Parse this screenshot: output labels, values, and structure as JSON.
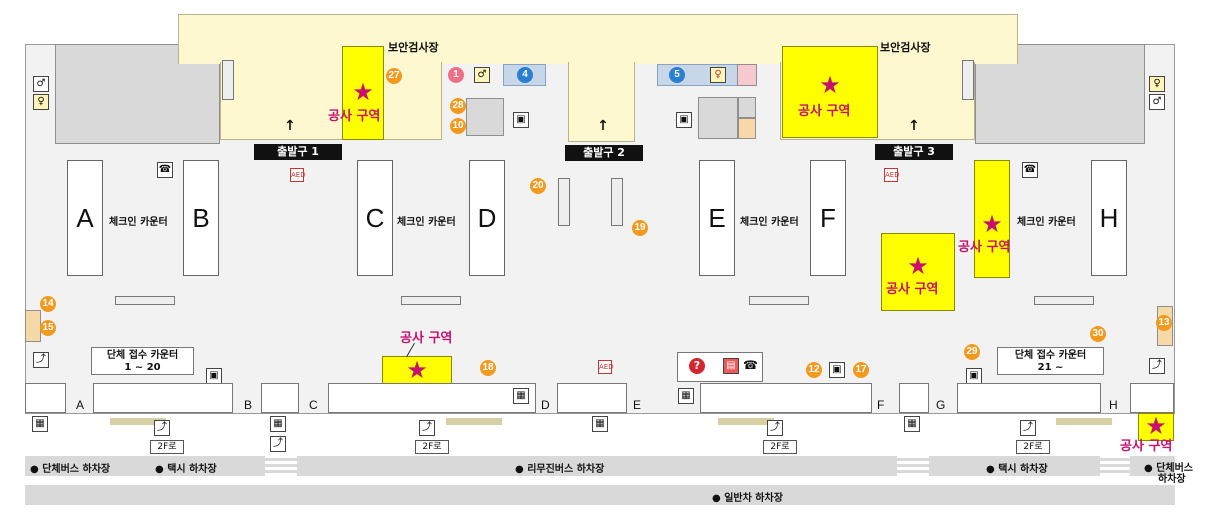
{
  "security_area": {
    "label_left": "보안검사장",
    "label_right": "보안검사장"
  },
  "gates": [
    {
      "label": "출발구 1"
    },
    {
      "label": "출발구 2"
    },
    {
      "label": "출발구 3"
    }
  ],
  "construction_zone_label": "공사 구역",
  "checkin_label": "체크인 카운터",
  "checkin_counters": [
    "A",
    "B",
    "C",
    "D",
    "E",
    "F",
    "H"
  ],
  "door_letters": [
    "A",
    "B",
    "C",
    "D",
    "E",
    "F",
    "G",
    "H"
  ],
  "group_counters": [
    {
      "title": "단체 접수 카운터",
      "range": "1 ~ 20"
    },
    {
      "title": "단체 접수 카운터",
      "range": "21 ~"
    }
  ],
  "facility_numbers": {
    "n1": "1",
    "n4": "4",
    "n5": "5",
    "n10": "10",
    "n12": "12",
    "n13": "13",
    "n14": "14",
    "n15": "15",
    "n17": "17",
    "n18": "18",
    "n19": "19",
    "n20": "20",
    "n27": "27",
    "n28": "28",
    "n29": "29",
    "n30": "30"
  },
  "escalator_tag": "2F로",
  "road_labels": {
    "group_bus": "● 단체버스 하차장",
    "taxi_left": "● 택시 하차장",
    "limousine": "● 리무진버스 하차장",
    "taxi_right": "● 택시 하차장",
    "group_bus_right_1": "● 단체버스",
    "group_bus_right_2": "하차장",
    "general_car": "● 일반차 하차장"
  },
  "icons": {
    "aed": "AED",
    "phone": "phone-icon",
    "toilet_men": "men-toilet-icon",
    "toilet_women": "women-toilet-icon",
    "atm": "atm-icon",
    "elevator": "elevator-icon",
    "info": "?"
  },
  "colors": {
    "construction": "#ffff00",
    "construction_text": "#c8106e",
    "secure_zone": "#fdf8cf",
    "floor": "#f2f2f2",
    "number_circle": "#f39a1e"
  }
}
